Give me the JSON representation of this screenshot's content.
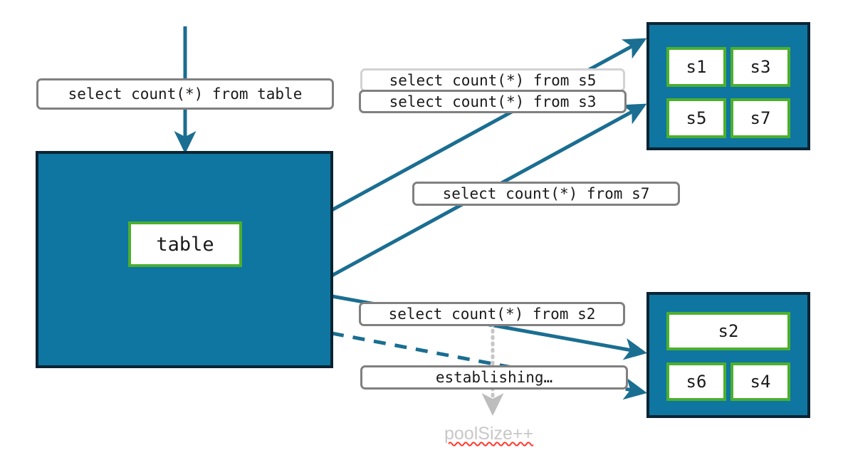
{
  "diagram": {
    "title": "database connection pool query routing",
    "colors": {
      "container_fill": "#0E76A0",
      "container_border": "#0B2433",
      "node_border": "#4CAF2E",
      "node_fill": "#ffffff",
      "arrow": "#1A6E91",
      "chip_border": "#808080",
      "chip_border_faded": "#D2D2D2",
      "ghost_text": "#C8C8C8",
      "spellcheck_underline": "#FF3B30",
      "background": "#ffffff"
    }
  },
  "source": {
    "container_name": "table-container",
    "node_label": "table"
  },
  "pools": [
    {
      "name": "pool-top",
      "servers": [
        {
          "label": "s1"
        },
        {
          "label": "s3"
        },
        {
          "label": "s5"
        },
        {
          "label": "s7"
        }
      ]
    },
    {
      "name": "pool-bottom",
      "servers": [
        {
          "label": "s2"
        },
        {
          "label": "s6"
        },
        {
          "label": "s4"
        }
      ]
    }
  ],
  "labels": {
    "root_query": "select count(*) from table",
    "query_s5": "select count(*) from s5",
    "query_s3": "select count(*) from s3",
    "query_s7": "select count(*) from s7",
    "query_s2": "select count(*) from s2",
    "establishing": "establishing…",
    "pool_size_increment": "poolSize++"
  }
}
